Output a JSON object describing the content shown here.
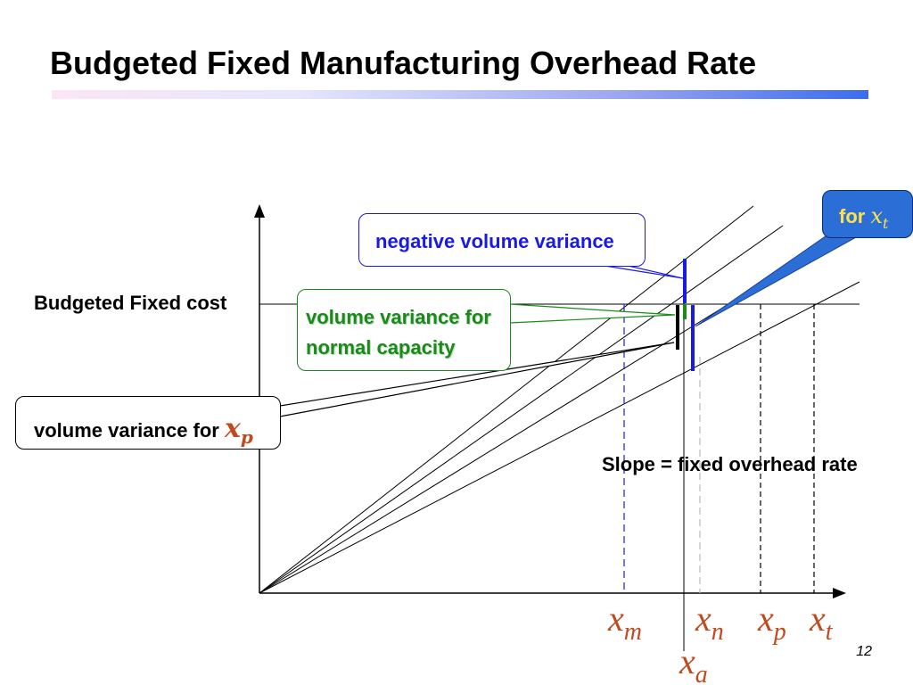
{
  "slide": {
    "title": "Budgeted Fixed Manufacturing Overhead Rate",
    "page_number": "12"
  },
  "diagram": {
    "y_axis_label": "Budgeted Fixed cost",
    "slope_label": "Slope = fixed overhead rate",
    "callouts": {
      "negative_volume_variance": "negative volume variance",
      "normal_capacity_line1": "volume variance for",
      "normal_capacity_line2": "normal capacity",
      "practical_prefix": "volume variance for",
      "practical_var": "x",
      "practical_sub": "p",
      "theoretical_prefix": "for",
      "theoretical_var": "x",
      "theoretical_sub": "t"
    },
    "x_labels": [
      {
        "id": "m",
        "var": "x",
        "sub": "m"
      },
      {
        "id": "n",
        "var": "x",
        "sub": "n"
      },
      {
        "id": "p",
        "var": "x",
        "sub": "p"
      },
      {
        "id": "t",
        "var": "x",
        "sub": "t"
      },
      {
        "id": "a",
        "var": "x",
        "sub": "a"
      }
    ]
  },
  "colors": {
    "blue": "#1a1ae6",
    "green": "#1a8a1a",
    "label_red": "#c04a1e",
    "callout_fill_blue": "#2b6fd6"
  }
}
